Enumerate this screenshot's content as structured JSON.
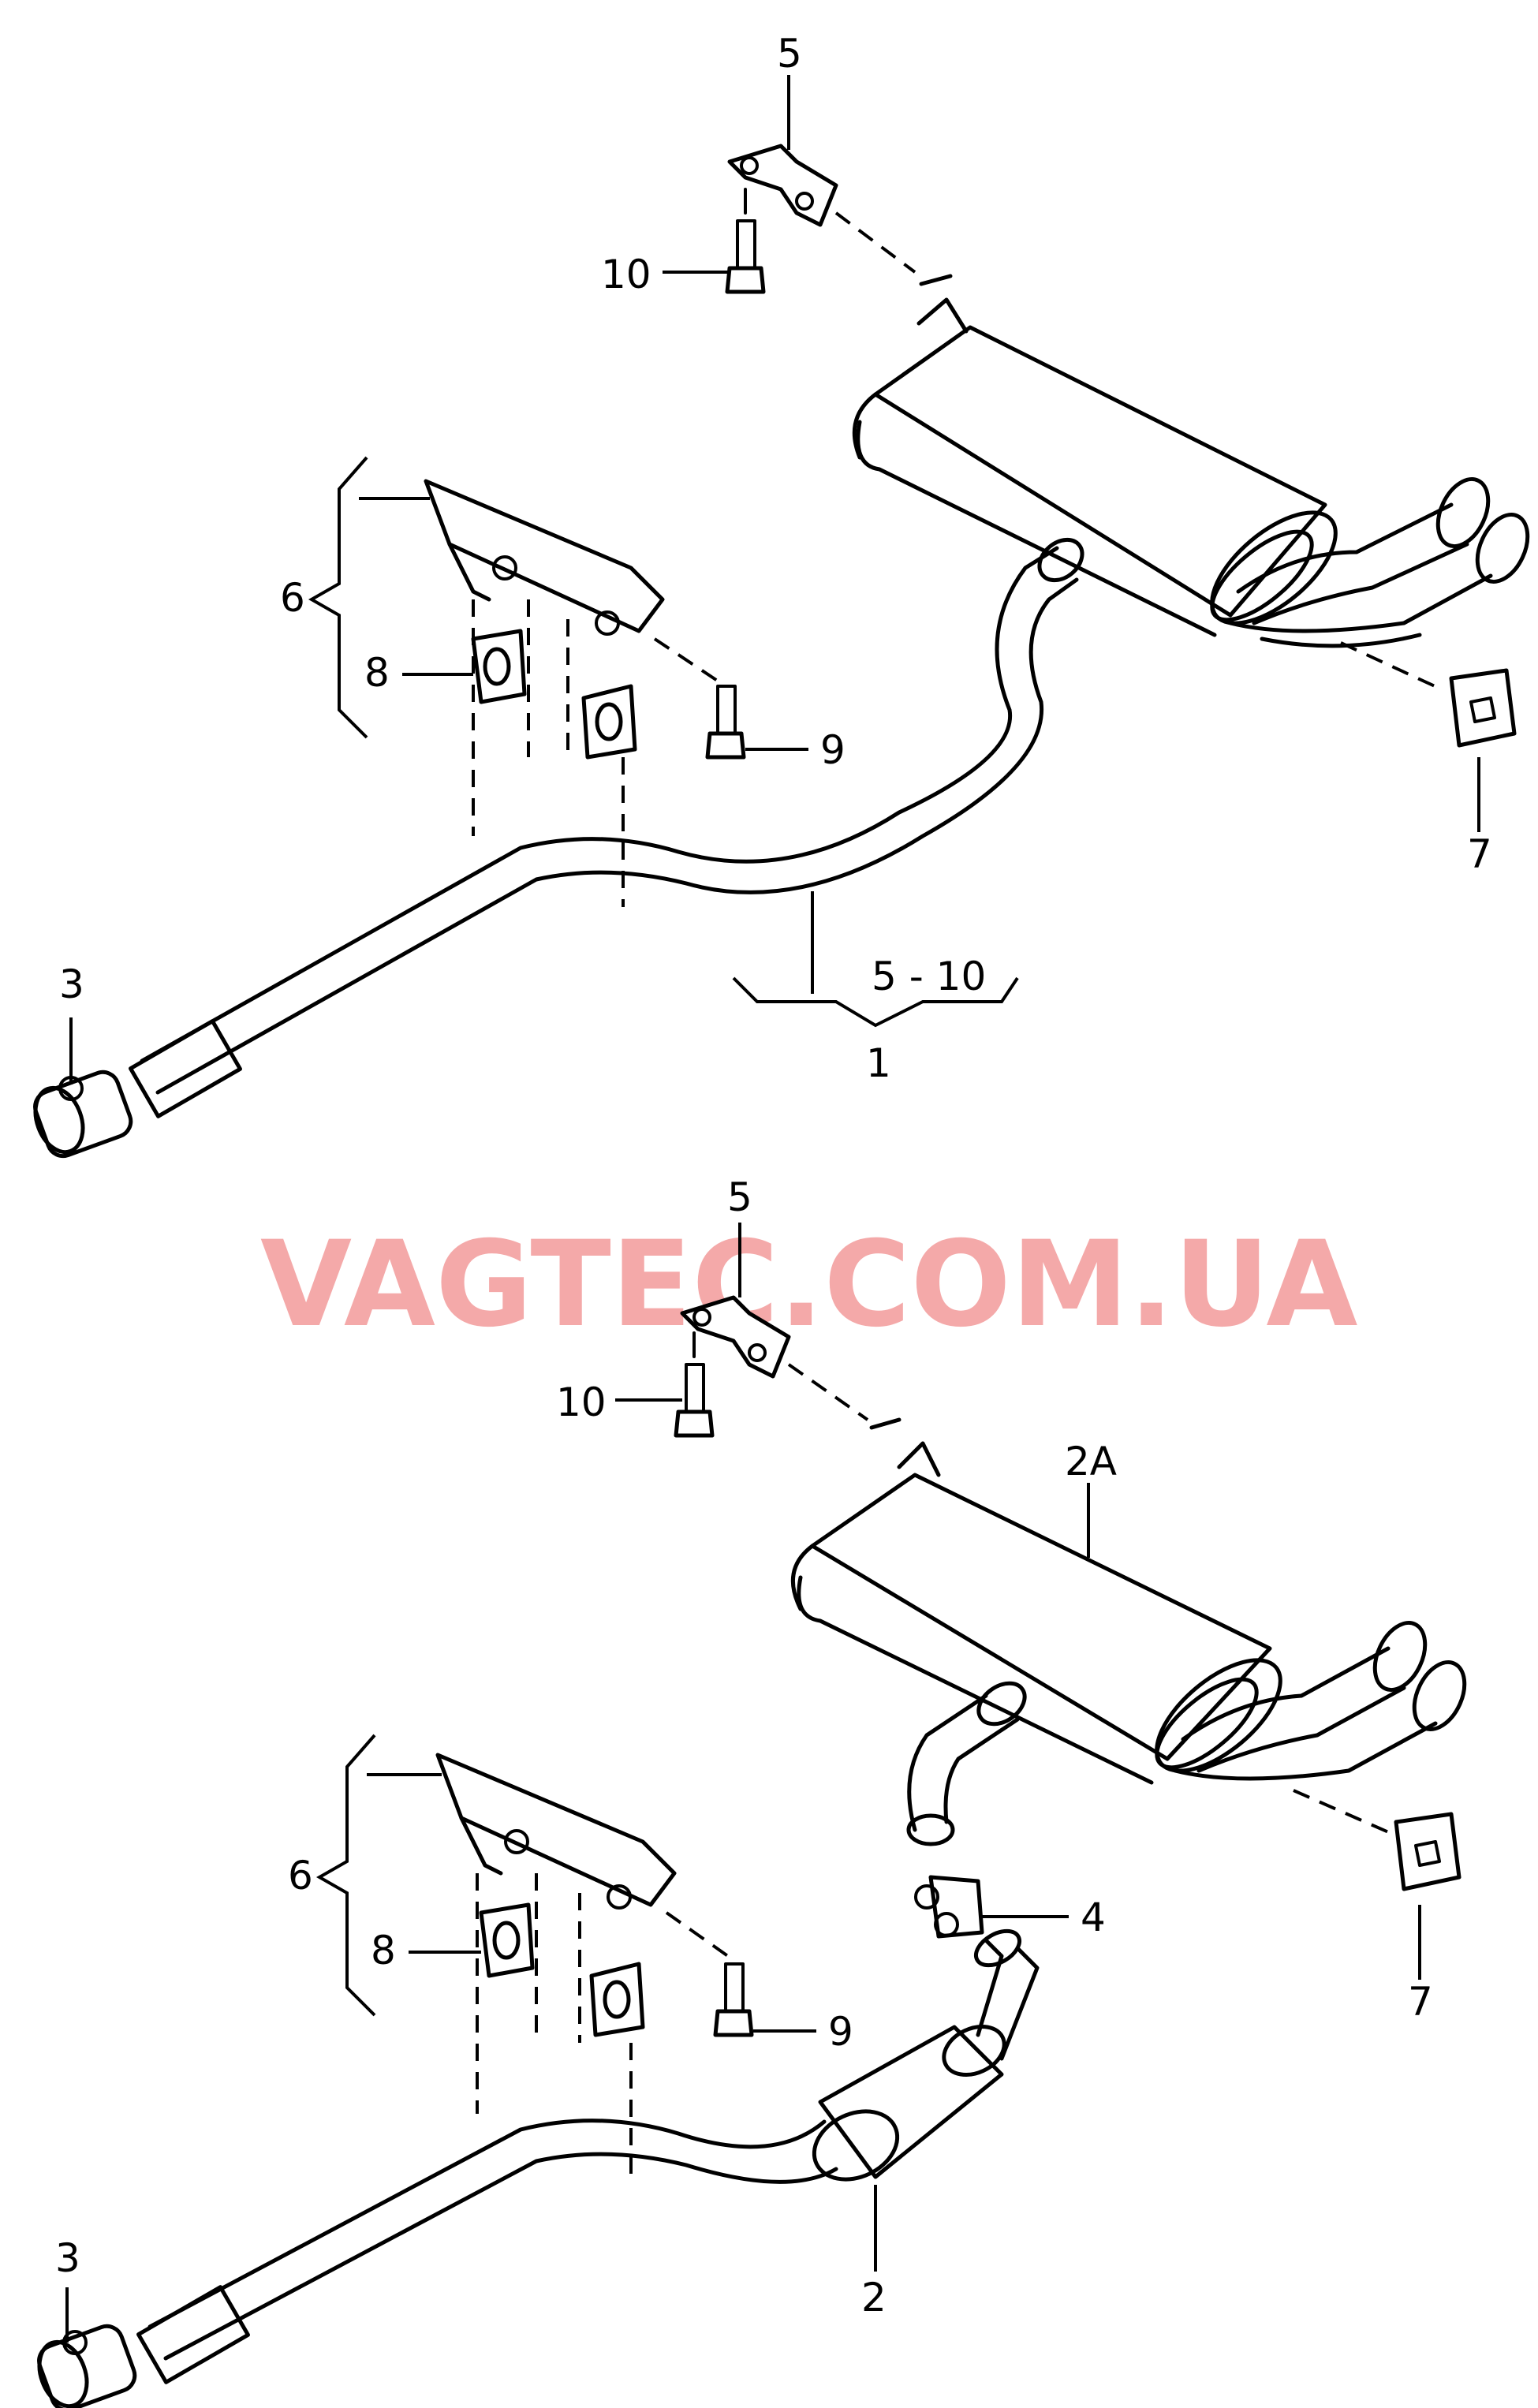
{
  "watermark": "VAGTEC.COM.UA",
  "colors": {
    "line": "#000000",
    "background": "#ffffff",
    "watermark": "#f29a9a"
  },
  "upper_assembly": {
    "callouts": {
      "bracket_top": "5",
      "bolt_top": "10",
      "bracket_group": "6",
      "hanger_rubber": "8",
      "bolt": "9",
      "rear_hanger": "7",
      "clamp": "3",
      "range": "5 - 10",
      "system": "1"
    }
  },
  "lower_assembly": {
    "callouts": {
      "bracket_top": "5",
      "bolt_top": "10",
      "rear_silencer": "2A",
      "bracket_group": "6",
      "hanger_rubber": "8",
      "bolt": "9",
      "clamp_middle": "4",
      "rear_hanger": "7",
      "clamp": "3",
      "middle_silencer": "2"
    }
  }
}
